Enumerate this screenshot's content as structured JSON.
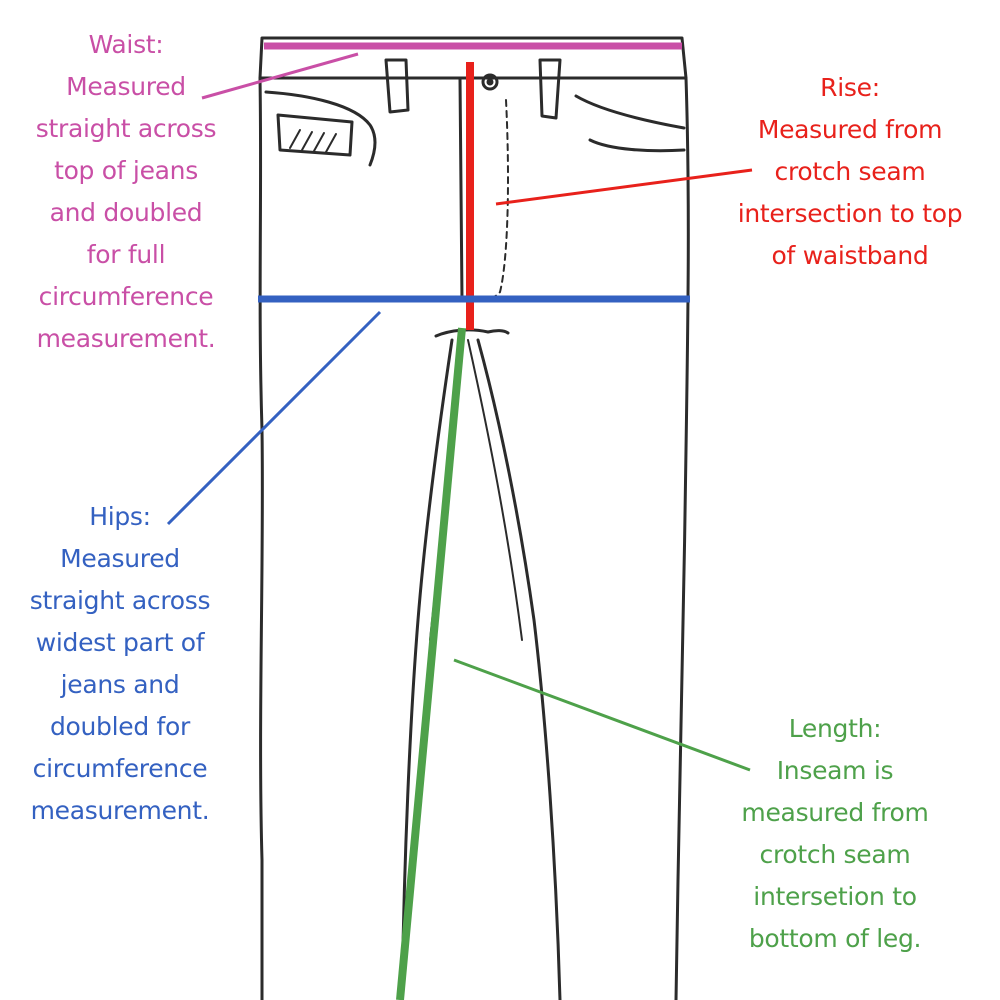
{
  "colors": {
    "waist": "#c94fa6",
    "rise": "#e8211b",
    "hips": "#3461c1",
    "length": "#4ea14a",
    "sketch": "#2b2b2b"
  },
  "annotations": {
    "waist": [
      "Waist:",
      "Measured",
      "straight across",
      "top of jeans",
      "and doubled",
      "for full",
      "circumference",
      "measurement."
    ],
    "rise": [
      "Rise:",
      "Measured from",
      "crotch seam",
      "intersection to top",
      "of waistband"
    ],
    "hips": [
      "Hips:",
      "Measured",
      "straight across",
      "widest part of",
      "jeans and",
      "doubled for",
      "circumference",
      "measurement."
    ],
    "length": [
      "Length:",
      "Inseam is",
      "measured from",
      "crotch seam",
      "intersetion to",
      "bottom of leg."
    ]
  }
}
